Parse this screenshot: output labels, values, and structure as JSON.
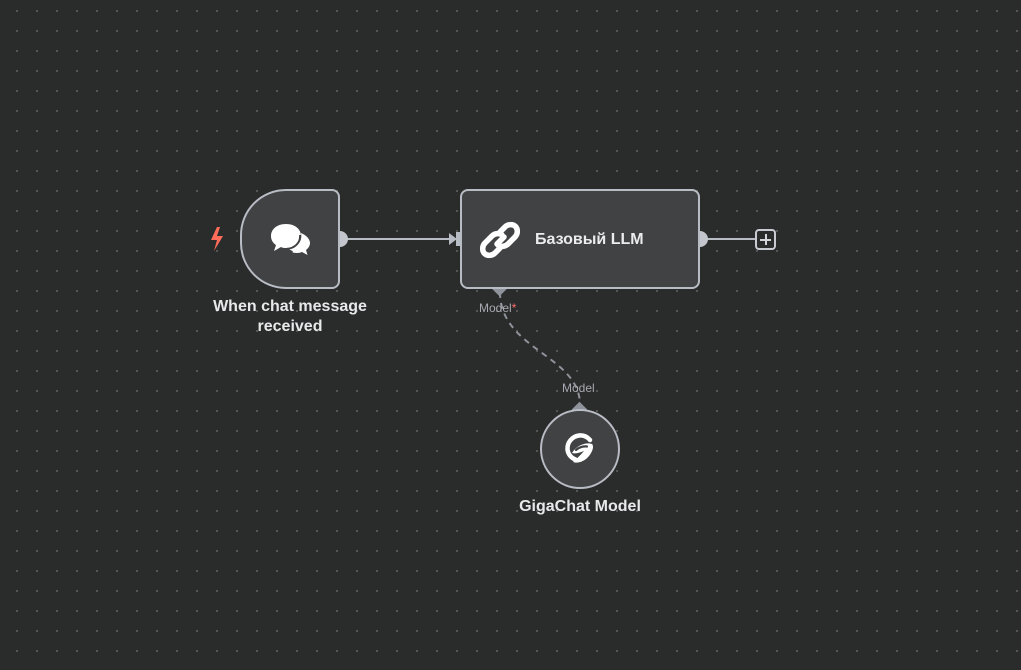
{
  "nodes": {
    "trigger": {
      "label_line1": "When chat message",
      "label_line2": "received",
      "icon": "chat-bubbles-icon",
      "badge_icon": "lightning-bolt-icon",
      "badge_color": "#ff6d5a"
    },
    "llm": {
      "title": "Базовый LLM",
      "icon": "chain-link-icon",
      "model_port_label": "Model",
      "model_port_required": "*"
    },
    "model": {
      "label": "GigaChat Model",
      "icon": "gigachat-logo-icon",
      "port_label": "Model"
    }
  },
  "colors": {
    "background": "#2a2b2b",
    "node_fill": "#414243",
    "node_border": "#b8bcc4",
    "required": "#ff6d6d"
  }
}
